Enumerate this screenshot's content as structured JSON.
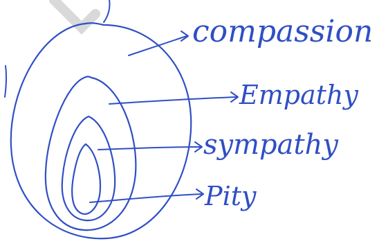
{
  "colors": {
    "ink": "#2f4fc4",
    "paper": "#ffffff",
    "watermark": "#d9d9d9"
  },
  "labels": [
    {
      "id": "compassion",
      "text": "compassion"
    },
    {
      "id": "empathy",
      "text": "Empathy"
    },
    {
      "id": "sympathy",
      "text": "sympathy"
    },
    {
      "id": "pity",
      "text": "Pity"
    }
  ]
}
